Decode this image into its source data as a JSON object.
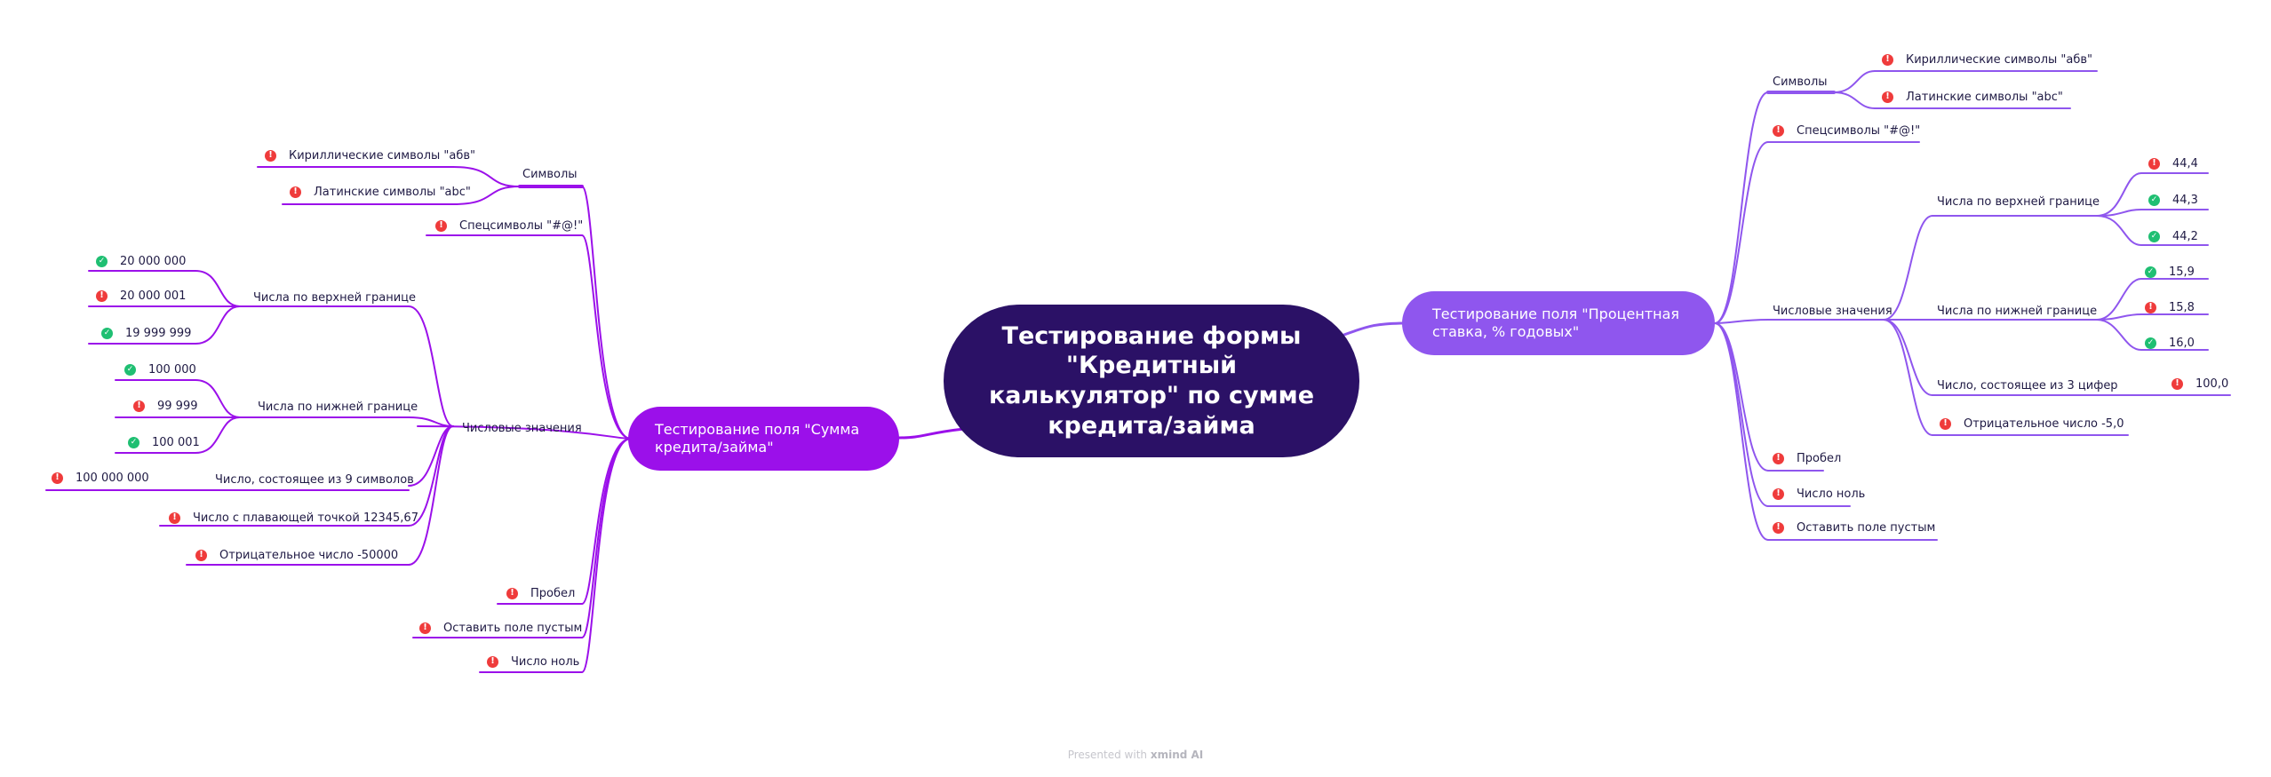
{
  "central": "Тестирование формы \"Кредитный калькулятор\" по сумме кредита/займа",
  "branches": {
    "left": "Тестирование поля \"Сумма кредита/займа\"",
    "right": "Тестирование поля \"Процентная ставка, % годовых\""
  },
  "left": {
    "symbols": "Символы",
    "cyrillic": "Кириллические символы \"абв\"",
    "latin": "Латинские символы \"abc\"",
    "special": "Спецсимволы \"#@!\"",
    "numeric": "Числовые значения",
    "upper": "Числа по верхней границе",
    "upper_vals": [
      "20 000 000",
      "20 000 001",
      "19 999 999"
    ],
    "lower": "Числа по нижней границе",
    "lower_vals": [
      "100 000",
      "99 999",
      "100 001"
    ],
    "nine_digits": "Число, состоящее из 9 символов",
    "nine_val": "100 000 000",
    "float": "Число с плавающей точкой 12345,67",
    "negative": "Отрицательное число -50000",
    "space": "Пробел",
    "empty": "Оставить поле пустым",
    "zero": "Число ноль"
  },
  "right": {
    "symbols": "Символы",
    "cyrillic": "Кириллические символы \"абв\"",
    "latin": "Латинские символы \"abc\"",
    "special": "Спецсимволы \"#@!\"",
    "numeric": "Числовые значения",
    "upper": "Числа по верхней границе",
    "upper_vals": [
      "44,4",
      "44,3",
      "44,2"
    ],
    "lower": "Числа по нижней границе",
    "lower_vals": [
      "15,9",
      "15,8",
      "16,0"
    ],
    "three_digits": "Число, состоящее из 3 цифер",
    "three_val": "100,0",
    "negative": "Отрицательное число -5,0",
    "space": "Пробел",
    "zero": "Число ноль",
    "empty": "Оставить поле пустым"
  },
  "footer": {
    "prefix": "Presented with",
    "brand": "xmind AI"
  },
  "colors": {
    "central": "#2b1166",
    "left_branch": "#9b10ea",
    "right_branch": "#8f56ee",
    "warn": "#ef3b3b",
    "ok": "#1fbf72"
  }
}
